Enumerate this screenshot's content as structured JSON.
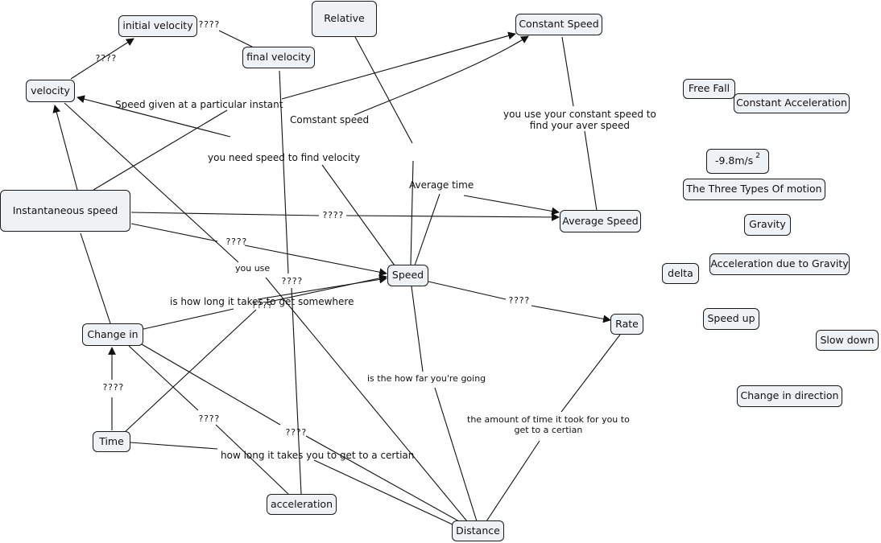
{
  "concepts": {
    "initial_velocity": "initial velocity",
    "final_velocity": "final velocity",
    "relative": "Relative",
    "constant_speed": "Constant Speed",
    "velocity": "velocity",
    "free_fall": "Free Fall",
    "constant_acceleration": "Constant Acceleration",
    "gravity_value": "-9.8m/s",
    "gravity_value_exp": "2",
    "three_types": "The Three Types Of motion",
    "instantaneous_speed": "Instantaneous speed",
    "average_speed": "Average Speed",
    "gravity": "Gravity",
    "delta": "delta",
    "accel_gravity": "Acceleration due to Gravity",
    "speed": "Speed",
    "rate": "Rate",
    "speed_up": "Speed up",
    "slow_down": "Slow down",
    "change_in": "Change in",
    "change_direction": "Change in direction",
    "time": "Time",
    "acceleration": "acceleration",
    "distance": "Distance"
  },
  "links": {
    "q_iv_fv": "????",
    "q_vel_iv": "????",
    "speed_instant": "Speed given at a particular instant",
    "constant_speed_lbl": "Comstant speed",
    "constant_to_avg": "you use your constant speed to\nfind your aver speed",
    "need_speed": "you need speed to find velocity",
    "average_time": "Average time",
    "q_inst_avg": "????",
    "q_inst_speed": "????",
    "you_use": "you use",
    "q_accel": "????",
    "how_long": "is how long it takes to get somewhere",
    "q_time_speed": "????",
    "q_speed_rate": "????",
    "how_far": "is the how far you're going",
    "amount_time": "the amount of time it took for you to\nget to a certian",
    "q_time_change": "????",
    "q_change_accel": "????",
    "q_change_dist": "????",
    "how_long_certian": "how long it takes you to get to a certian"
  }
}
